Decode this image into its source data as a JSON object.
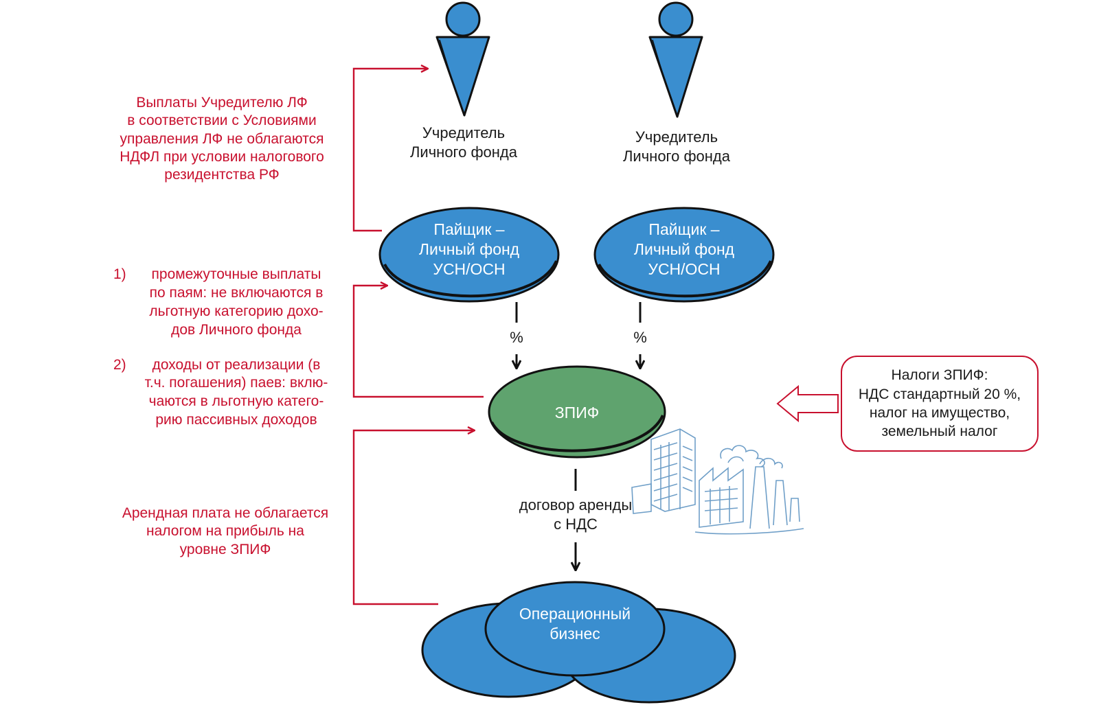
{
  "founders": [
    {
      "label_line1": "Учредитель",
      "label_line2": "Личного фонда"
    },
    {
      "label_line1": "Учредитель",
      "label_line2": "Личного фонда"
    }
  ],
  "shareholders": [
    {
      "line1": "Пайщик –",
      "line2": "Личный фонд",
      "line3": "УСН/ОСН"
    },
    {
      "line1": "Пайщик –",
      "line2": "Личный фонд",
      "line3": "УСН/ОСН"
    }
  ],
  "flow": {
    "percent_left": "%",
    "percent_right": "%",
    "lease_line1": "договор аренды",
    "lease_line2": "с НДС"
  },
  "fund": {
    "label": "ЗПИФ"
  },
  "business": {
    "line1": "Операционный",
    "line2": "бизнес"
  },
  "notes": {
    "payments": {
      "line1": "Выплаты Учредителю ЛФ",
      "line2": "в соответствии с Условиями",
      "line3": "управления ЛФ не облагаются",
      "line4": "НДФЛ при условии налогового",
      "line5": "резидентства РФ"
    },
    "income": {
      "item1_num": "1)",
      "item1_line1": "промежуточные выплаты",
      "item1_line2": "по паям: не включаются в",
      "item1_line3": "льготную категорию дохо-",
      "item1_line4": "дов Личного фонда",
      "item2_num": "2)",
      "item2_line1": "доходы от реализации (в",
      "item2_line2": "т.ч. погашения) паев: вклю-",
      "item2_line3": "чаются в льготную катего-",
      "item2_line4": "рию пассивных доходов"
    },
    "rent": {
      "line1": "Арендная плата не облагается",
      "line2": "налогом на прибыль на",
      "line3": "уровне ЗПИФ"
    }
  },
  "taxes": {
    "line1": "Налоги ЗПИФ:",
    "line2": "НДС стандартный 20 %,",
    "line3": "налог на имущество,",
    "line4": "земельный налог"
  },
  "colors": {
    "blue": "#3a8ecf",
    "green": "#5fa36e",
    "red": "#c8102e",
    "outline": "#111111",
    "sketch": "#6f9fc8"
  },
  "icons": {
    "founder": "person-icon",
    "buildings": "office-building-icon",
    "factory": "factory-icon",
    "tax_arrow": "hollow-arrow-left-icon"
  }
}
